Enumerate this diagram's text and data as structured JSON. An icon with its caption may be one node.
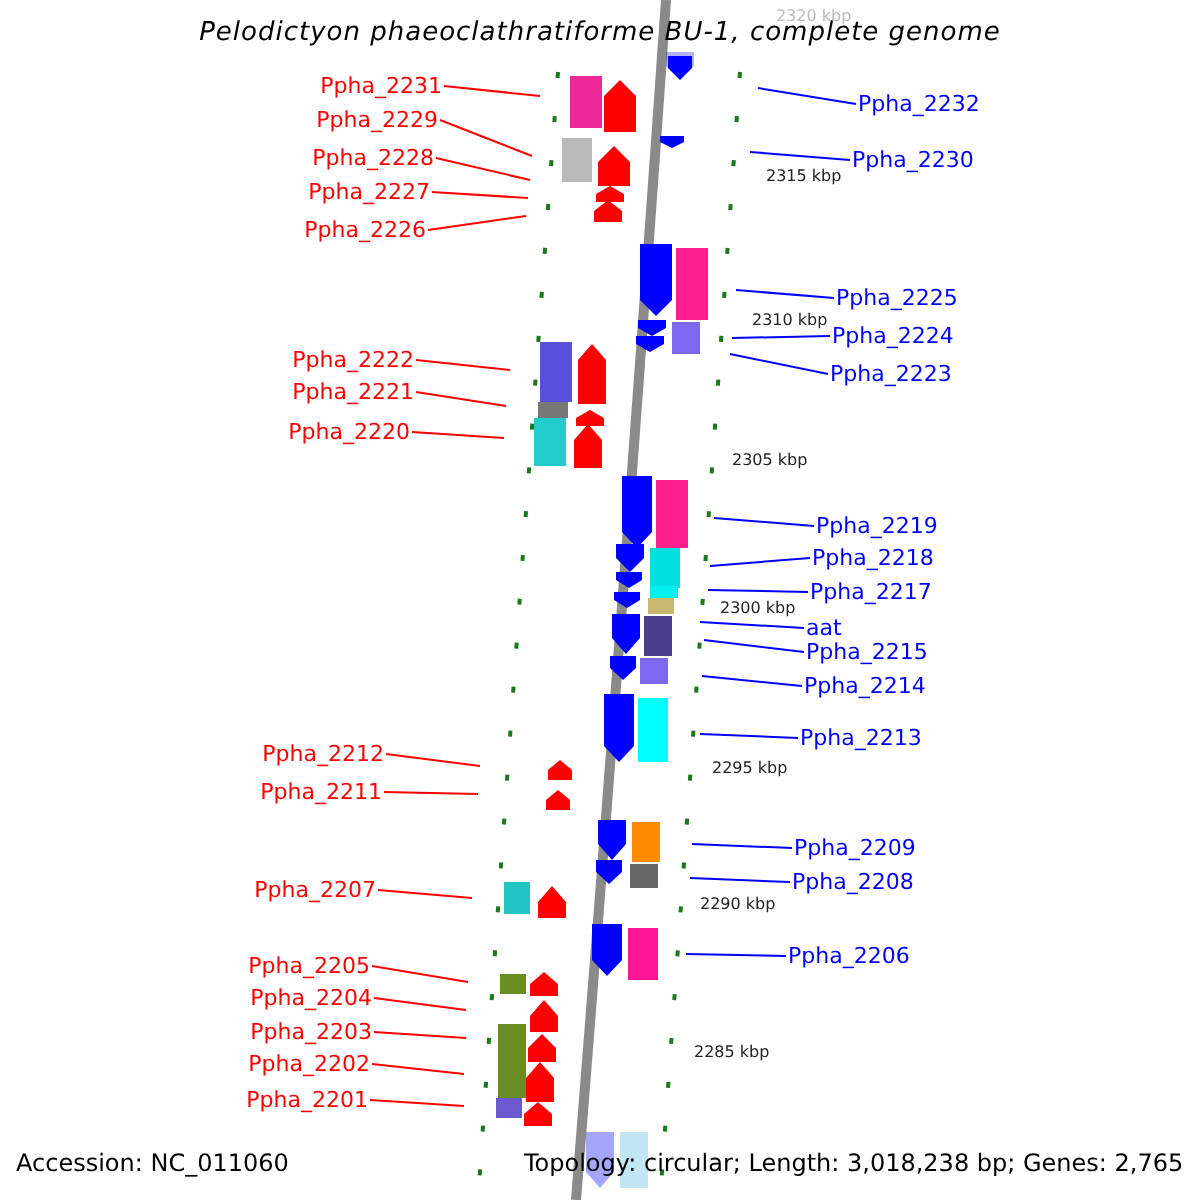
{
  "diagram": {
    "title": "Pelodictyon phaeoclathratiforme BU-1, complete genome",
    "nodes": [
      {
        "text": [
          "Ppha_2231"
        ]
      },
      {
        "text": [
          "Ppha_2232"
        ]
      },
      {
        "text": [
          "Ppha_2229"
        ]
      },
      {
        "text": [
          "Ppha_2228"
        ]
      },
      {
        "text": [
          "Ppha_2230"
        ]
      },
      {
        "text": [
          "Ppha_2227"
        ]
      },
      {
        "text": [
          "Ppha_2226"
        ]
      },
      {
        "text": [
          "Ppha_2225"
        ]
      },
      {
        "text": [
          "Ppha_2224"
        ]
      },
      {
        "text": [
          "Ppha_2222"
        ]
      },
      {
        "text": [
          "Ppha_2223"
        ]
      },
      {
        "text": [
          "Ppha_2221"
        ]
      },
      {
        "text": [
          "Ppha_2220"
        ]
      },
      {
        "text": [
          "Ppha_2219"
        ]
      },
      {
        "text": [
          "Ppha_2218"
        ]
      },
      {
        "text": [
          "Ppha_2217"
        ]
      },
      {
        "text": [
          "aat"
        ]
      },
      {
        "text": [
          "Ppha_2215"
        ]
      },
      {
        "text": [
          "Ppha_2214"
        ]
      },
      {
        "text": [
          "Ppha_2213"
        ]
      },
      {
        "text": [
          "Ppha_2212"
        ]
      },
      {
        "text": [
          "Ppha_2211"
        ]
      },
      {
        "text": [
          "Ppha_2209"
        ]
      },
      {
        "text": [
          "Ppha_2208"
        ]
      },
      {
        "text": [
          "Ppha_2207"
        ]
      },
      {
        "text": [
          "Ppha_2206"
        ]
      },
      {
        "text": [
          "Ppha_2205"
        ]
      },
      {
        "text": [
          "Ppha_2204"
        ]
      },
      {
        "text": [
          "Ppha_2203"
        ]
      },
      {
        "text": [
          "Ppha_2202"
        ]
      },
      {
        "text": [
          "Ppha_2201"
        ]
      }
    ],
    "edges": [
      {
        "from": 0,
        "to": null,
        "arrow": "none"
      },
      {
        "from": 1,
        "to": null,
        "arrow": "none",
        "color": "#0000ff"
      },
      {
        "from": 2,
        "to": null,
        "arrow": "none"
      },
      {
        "from": 3,
        "to": null,
        "arrow": "none"
      },
      {
        "from": 4,
        "to": null,
        "arrow": "none",
        "color": "#0000ff"
      },
      {
        "from": 5,
        "to": null,
        "arrow": "none"
      },
      {
        "from": 6,
        "to": null,
        "arrow": "none"
      },
      {
        "from": 7,
        "to": null,
        "arrow": "none",
        "color": "#0000ff"
      },
      {
        "from": 8,
        "to": null,
        "arrow": "none",
        "color": "#0000ff"
      },
      {
        "from": 9,
        "to": null,
        "arrow": "none"
      },
      {
        "from": 10,
        "to": null,
        "arrow": "none",
        "color": "#0000ff"
      },
      {
        "from": 11,
        "to": null,
        "arrow": "none"
      },
      {
        "from": 12,
        "to": null,
        "arrow": "none"
      },
      {
        "from": 13,
        "to": null,
        "arrow": "none",
        "color": "#0000ff"
      },
      {
        "from": 14,
        "to": null,
        "arrow": "none",
        "color": "#0000ff"
      },
      {
        "from": 15,
        "to": null,
        "arrow": "none",
        "color": "#0000ff"
      },
      {
        "from": 16,
        "to": null,
        "arrow": "none",
        "color": "#0000ff"
      },
      {
        "from": 17,
        "to": null,
        "arrow": "none",
        "color": "#0000ff"
      },
      {
        "from": 18,
        "to": null,
        "arrow": "none",
        "color": "#0000ff"
      },
      {
        "from": 19,
        "to": null,
        "arrow": "none",
        "color": "#0000ff"
      },
      {
        "from": 20,
        "to": null,
        "arrow": "none"
      },
      {
        "from": 21,
        "to": null,
        "arrow": "none"
      },
      {
        "from": 22,
        "to": null,
        "arrow": "none",
        "color": "#0000ff"
      },
      {
        "from": 23,
        "to": null,
        "arrow": "none",
        "color": "#0000ff"
      },
      {
        "from": 24,
        "to": null,
        "arrow": "none"
      },
      {
        "from": 25,
        "to": null,
        "arrow": "none",
        "color": "#0000ff"
      },
      {
        "from": 26,
        "to": null,
        "arrow": "none"
      },
      {
        "from": 27,
        "to": null,
        "arrow": "none"
      },
      {
        "from": 28,
        "to": null,
        "arrow": "none"
      },
      {
        "from": 29,
        "to": null,
        "arrow": "none"
      },
      {
        "from": 30,
        "to": null,
        "arrow": "none"
      }
    ],
    "labels": [
      "2320 kbp",
      "2315 kbp",
      "2310 kbp",
      "2305 kbp",
      "2300 kbp",
      "2295 kbp",
      "2290 kbp",
      "2285 kbp",
      "Accession: NC_011060",
      "Topology: circular; Length: 3,018,238 bp; Genes: 2,765"
    ]
  }
}
